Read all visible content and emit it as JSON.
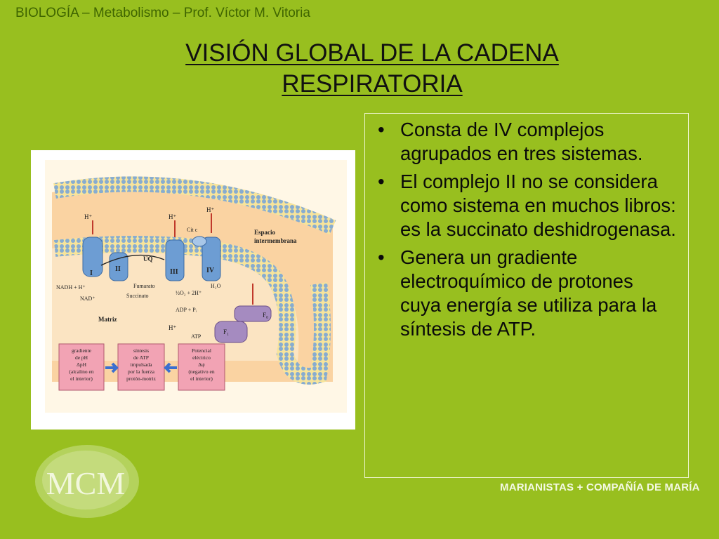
{
  "header": {
    "course_line": "BIOLOGÍA – Metabolismo – Prof. Víctor M. Vitoria"
  },
  "slide": {
    "title": "VISIÓN GLOBAL DE LA CADENA RESPIRATORIA"
  },
  "bullets": [
    {
      "text": "Consta de IV complejos agrupados en tres sistemas."
    },
    {
      "text": "El complejo II no se considera como sistema en muchos libros: es la succinato deshidrogenasa."
    },
    {
      "text": "Genera un gradiente electroquímico de protones cuya energía se utiliza para la síntesis de ATP."
    }
  ],
  "diagram": {
    "complex_labels": [
      "I",
      "II",
      "III",
      "IV"
    ],
    "uq": "UQ",
    "cit_c": "Cit c",
    "espacio_line1": "Espacio",
    "espacio_line2": "intermembrana",
    "matriz": "Matriz",
    "h_plus": "H⁺",
    "nadh": "NADH + H⁺",
    "nad": "NAD⁺",
    "fumarato": "Fumarato",
    "succinato": "Succinato",
    "oxygen": "½O₂ + 2H⁺",
    "water": "H₂O",
    "adp": "ADP + Pᵢ",
    "atp": "ATP",
    "fo": "F₀",
    "f1": "F₁",
    "box_left": [
      "gradiente",
      "de pH",
      "ΔpH",
      "(alcalino en",
      "el interior)"
    ],
    "box_middle": [
      "síntesis",
      "de ATP",
      "impulsada",
      "por la fuerza",
      "protón-motriz"
    ],
    "box_right": [
      "Potencial",
      "eléctrico",
      "Δψ",
      "(negativo en",
      "el interior)"
    ]
  },
  "footer": {
    "logo_text": "MCM",
    "brand": "MARIANISTAS + COMPAÑÍA DE MARÍA"
  },
  "colors": {
    "background": "#98bf1f",
    "membrane_orange": "#f4b76a",
    "membrane_blue": "#8fb7d8",
    "protein_blue": "#6d9dd3",
    "atp_synthase": "#a58bc0",
    "box_pink": "#f2a3b4"
  }
}
